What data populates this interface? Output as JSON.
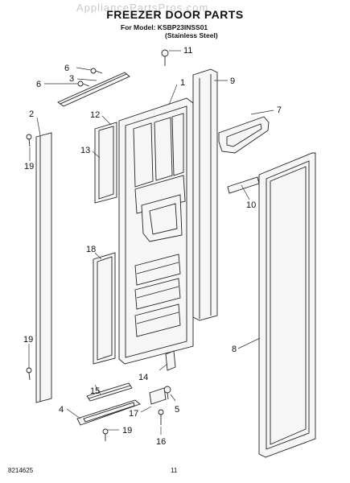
{
  "header": {
    "watermark": "AppliancePartsPros.com",
    "title": "FREEZER DOOR PARTS",
    "model_line": "For Model: KSBP23INSS01",
    "variant_line": "(Stainless Steel)"
  },
  "callouts": {
    "c1": "1",
    "c2": "2",
    "c3": "3",
    "c4": "4",
    "c5": "5",
    "c6a": "6",
    "c6b": "6",
    "c7": "7",
    "c8": "8",
    "c9": "9",
    "c10": "10",
    "c11": "11",
    "c12": "12",
    "c13": "13",
    "c14": "14",
    "c15": "15",
    "c16": "16",
    "c17": "17",
    "c18": "18",
    "c19a": "19",
    "c19b": "19",
    "c19c": "19"
  },
  "footer": {
    "doc_number": "8214625",
    "page_number": "11"
  }
}
